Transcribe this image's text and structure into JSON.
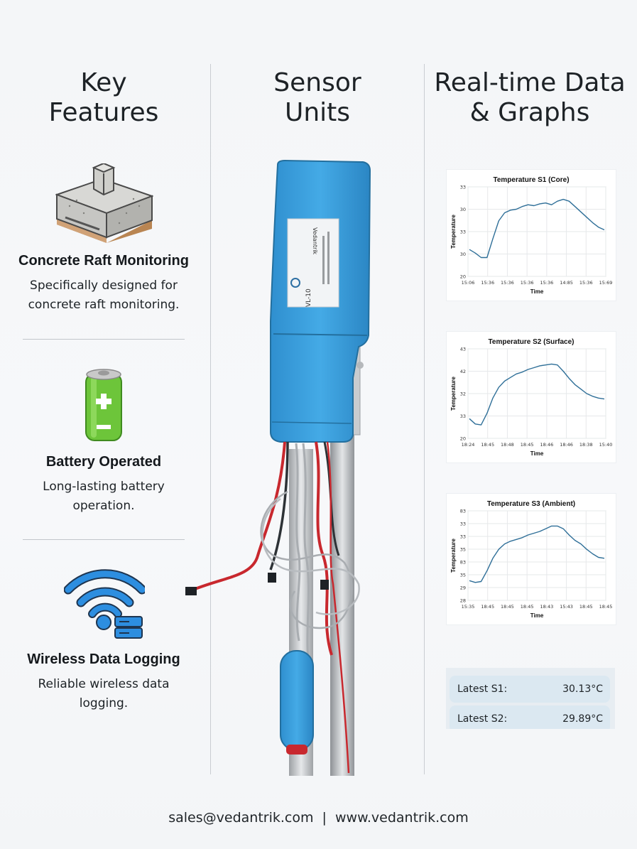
{
  "columns": {
    "features_title_line1": "Key",
    "features_title_line2": "Features",
    "sensors_title_line1": "Sensor",
    "sensors_title_line2": "Units",
    "data_title_line1": "Real-time Data",
    "data_title_line2": "& Graphs"
  },
  "features": [
    {
      "title": "Concrete Raft Monitoring",
      "desc_line1": "Specifically designed for",
      "desc_line2": "concrete raft monitoring.",
      "icon": "concrete-block-icon"
    },
    {
      "title": "Battery Operated",
      "desc_line1": "Long-lasting battery",
      "desc_line2": "operation.",
      "icon": "battery-icon"
    },
    {
      "title": "Wireless Data Logging",
      "desc_line1": "Reliable wireless data",
      "desc_line2": "logging.",
      "icon": "wifi-icon"
    }
  ],
  "device": {
    "label_brand": "Vedantrik",
    "label_model": "VL-10",
    "colors": {
      "body": "#3aa1dd",
      "pole": "#b8bcc0",
      "cable_red": "#c8282e",
      "cable_grey": "#a9adb1"
    }
  },
  "chart_data": [
    {
      "type": "line",
      "title": "Temperature S1 (Core)",
      "xlabel": "Time",
      "ylabel": "Temperature",
      "y_ticks": [
        "33",
        "30",
        "33",
        "30",
        "20"
      ],
      "x_ticks": [
        "15:06",
        "15:36",
        "15:36",
        "15:36",
        "15:36",
        "14:85",
        "15:36",
        "15:69"
      ],
      "series": [
        {
          "values": [
            0.3,
            0.26,
            0.21,
            0.21,
            0.42,
            0.62,
            0.71,
            0.74,
            0.75,
            0.78,
            0.8,
            0.79,
            0.81,
            0.82,
            0.8,
            0.84,
            0.86,
            0.84,
            0.78,
            0.72,
            0.66,
            0.6,
            0.55,
            0.52
          ]
        }
      ],
      "grid": true,
      "color": "#2f6f98"
    },
    {
      "type": "line",
      "title": "Temperature S2 (Surface)",
      "xlabel": "Time",
      "ylabel": "Temperature",
      "y_ticks": [
        "43",
        "42",
        "32",
        "33",
        "20"
      ],
      "x_ticks": [
        "18:24",
        "18:45",
        "18:48",
        "18:45",
        "18:46",
        "18:46",
        "18:38",
        "15:40"
      ],
      "series": [
        {
          "values": [
            0.22,
            0.16,
            0.15,
            0.28,
            0.45,
            0.57,
            0.64,
            0.68,
            0.72,
            0.74,
            0.77,
            0.79,
            0.81,
            0.82,
            0.83,
            0.82,
            0.75,
            0.67,
            0.6,
            0.55,
            0.5,
            0.47,
            0.45,
            0.44
          ]
        }
      ],
      "grid": true,
      "color": "#2f6f98"
    },
    {
      "type": "line",
      "title": "Temperature S3 (Ambient)",
      "xlabel": "Time",
      "ylabel": "Temperature",
      "y_ticks": [
        "83",
        "33",
        "33",
        "35",
        "83",
        "35",
        "29",
        "28"
      ],
      "x_ticks": [
        "15:35",
        "18:45",
        "18:45",
        "18:45",
        "18:43",
        "15:43",
        "18:45",
        "18:45"
      ],
      "series": [
        {
          "values": [
            0.22,
            0.2,
            0.21,
            0.33,
            0.47,
            0.57,
            0.63,
            0.66,
            0.68,
            0.7,
            0.73,
            0.75,
            0.77,
            0.8,
            0.83,
            0.83,
            0.8,
            0.73,
            0.67,
            0.63,
            0.57,
            0.52,
            0.48,
            0.47
          ]
        }
      ],
      "grid": true,
      "color": "#2f6f98"
    }
  ],
  "latest": [
    {
      "label": "Latest S1:",
      "value": "30.13°C"
    },
    {
      "label": "Latest S2:",
      "value": "29.89°C"
    }
  ],
  "footer": {
    "email": "sales@vedantrik.com",
    "separator": "|",
    "website": "www.vedantrik.com"
  }
}
